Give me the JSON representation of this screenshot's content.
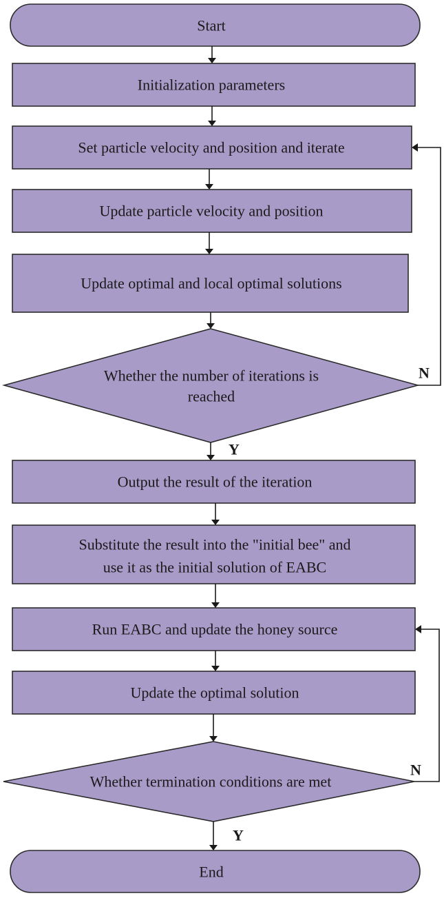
{
  "flowchart": {
    "start": "Start",
    "init_params": "Initialization parameters",
    "set_particle": "Set particle velocity and position and iterate",
    "update_particle": "Update particle velocity and position",
    "update_solutions": "Update optimal and local optimal solutions",
    "decision_iterations": {
      "line1": "Whether the number of iterations is",
      "line2": "reached",
      "yes_label": "Y",
      "no_label": "N"
    },
    "output_result": "Output the result of the iteration",
    "substitute": {
      "line1": "Substitute the result into the \"initial bee\" and",
      "line2": "use it as the initial solution of EABC"
    },
    "run_eabc": "Run EABC and update the honey source",
    "update_optimal": "Update the optimal solution",
    "decision_termination": {
      "text": "Whether termination conditions are met",
      "yes_label": "Y",
      "no_label": "N"
    },
    "end": "End"
  },
  "colors": {
    "node_fill": "#a99bc8",
    "stroke": "#2b2b2b"
  }
}
